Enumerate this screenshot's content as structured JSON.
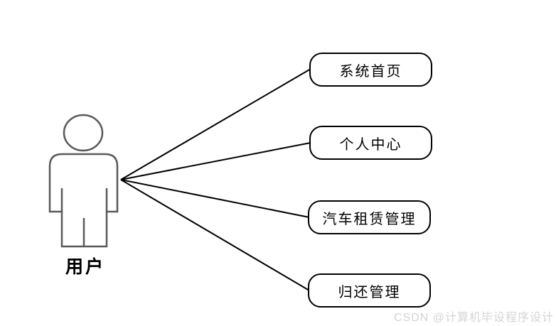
{
  "diagram": {
    "title": "user-use-case-diagram",
    "actor": {
      "label": "用户"
    },
    "usecases": [
      {
        "label": "系统首页"
      },
      {
        "label": "个人中心"
      },
      {
        "label": "汽车租赁管理"
      },
      {
        "label": "归还管理"
      }
    ],
    "watermark": "CSDN @计算机毕设程序设计",
    "colors": {
      "background": "#ffffff",
      "association_line": "#000000",
      "box_border": "#000000",
      "box_fill": "#ffffff",
      "actor_outline": "#595959",
      "label_text": "#000000",
      "watermark_text": "#d4d4d4"
    }
  }
}
